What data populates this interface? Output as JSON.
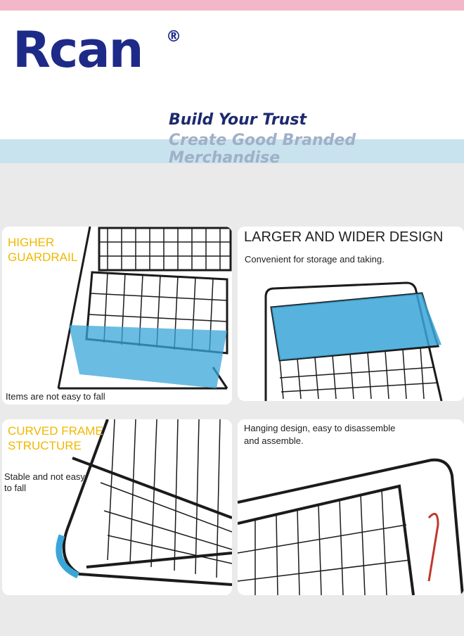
{
  "brand": {
    "logo_text": "Rcan",
    "registered": "®"
  },
  "header": {
    "tagline_1": "Build Your Trust",
    "tagline_2": "Create Good Branded Merchandise"
  },
  "colors": {
    "pink": "#f2b8c9",
    "band_blue": "#c8e2ee",
    "logo_navy": "#1e2a88",
    "highlight_yellow": "#f0b800",
    "basket_blue": "#3aa6d8"
  },
  "panels": {
    "guardrail": {
      "title": "HIGHER GUARDRAIL",
      "caption": "Items are not easy to fall"
    },
    "design": {
      "title": "LARGER AND WIDER DESIGN",
      "caption": "Convenient for storage and taking."
    },
    "frame": {
      "title": "CURVED FRAME STRUCTURE",
      "caption": "Stable and not easy to fall"
    },
    "hanging": {
      "caption": "Hanging design, easy to disassemble and assemble."
    }
  }
}
